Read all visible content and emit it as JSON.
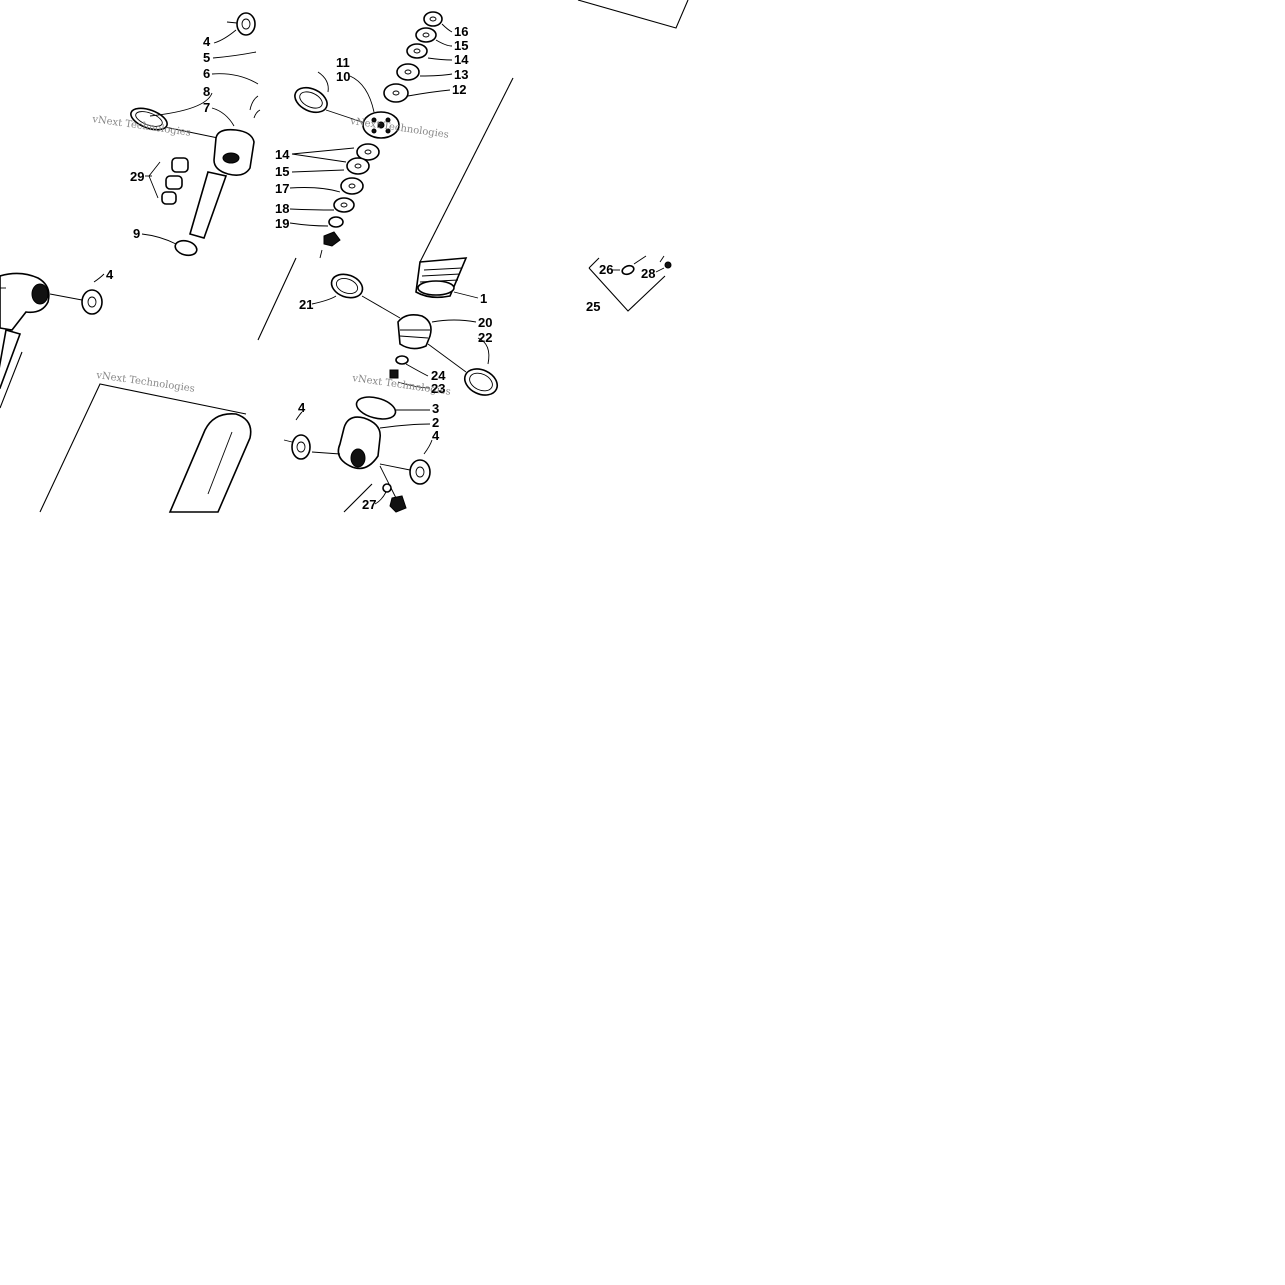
{
  "callouts": {
    "c1": "1",
    "c2": "2",
    "c3": "3",
    "c4a": "4",
    "c4b": "4",
    "c4c": "4",
    "c4d": "4",
    "c5": "5",
    "c6": "6",
    "c7": "7",
    "c8": "8",
    "c9": "9",
    "c10": "10",
    "c11": "11",
    "c12": "12",
    "c13": "13",
    "c14a": "14",
    "c14b": "14",
    "c15a": "15",
    "c15b": "15",
    "c16": "16",
    "c17": "17",
    "c18": "18",
    "c19": "19",
    "c20": "20",
    "c21": "21",
    "c22": "22",
    "c23": "23",
    "c24": "24",
    "c25": "25",
    "c26": "26",
    "c27": "27",
    "c28": "28",
    "c29": "29"
  },
  "watermarks": {
    "w1": "vNext Technologies",
    "w2": "vNext Technologies",
    "w3": "vNext Technologies",
    "w4": "vNext Technologies"
  }
}
